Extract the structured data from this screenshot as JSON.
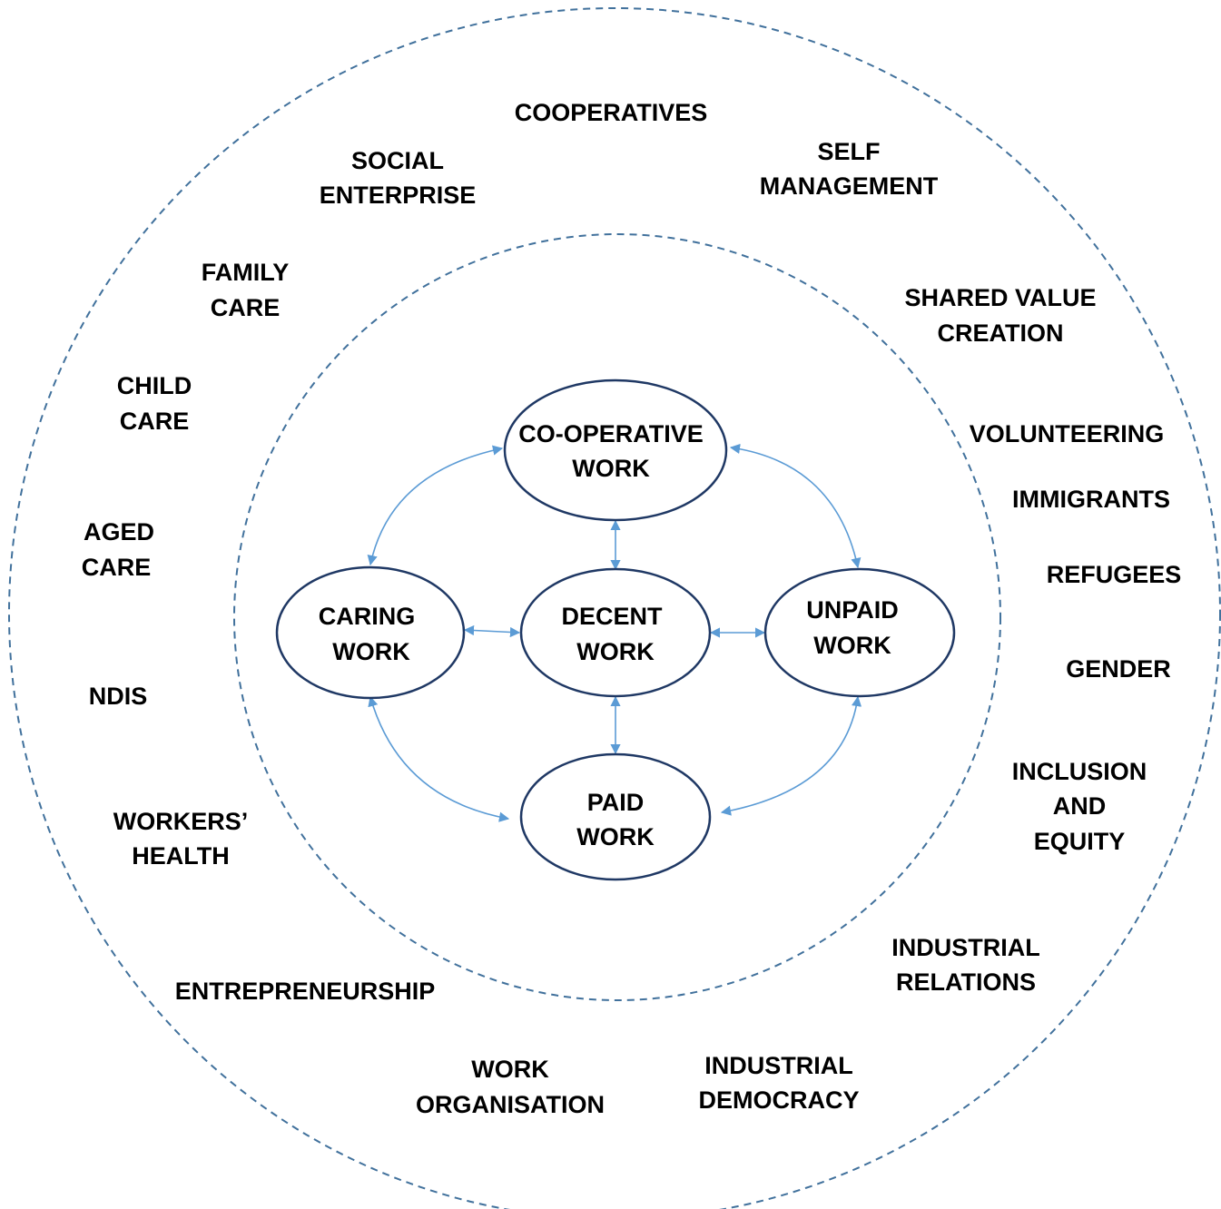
{
  "colors": {
    "ring_stroke": "#41719c",
    "node_stroke": "#1f3864",
    "arrow": "#5b9bd5",
    "text": "#000000"
  },
  "outer_labels": {
    "cooperatives": [
      "COOPERATIVES"
    ],
    "social_enterprise": [
      "SOCIAL",
      "ENTERPRISE"
    ],
    "self_management": [
      "SELF",
      "MANAGEMENT"
    ],
    "family_care": [
      "FAMILY",
      "CARE"
    ],
    "shared_value_creation": [
      "SHARED VALUE",
      "CREATION"
    ],
    "child_care": [
      "CHILD",
      "CARE"
    ],
    "volunteering": [
      "VOLUNTEERING"
    ],
    "immigrants": [
      "IMMIGRANTS"
    ],
    "aged_care": [
      "AGED",
      "CARE"
    ],
    "refugees": [
      "REFUGEES"
    ],
    "gender": [
      "GENDER"
    ],
    "ndis": [
      "NDIS"
    ],
    "inclusion_and_equity": [
      "INCLUSION",
      "AND",
      "EQUITY"
    ],
    "workers_health": [
      "WORKERS’",
      "HEALTH"
    ],
    "industrial_relations": [
      "INDUSTRIAL",
      "RELATIONS"
    ],
    "entrepreneurship": [
      "ENTREPRENEURSHIP"
    ],
    "work_organisation": [
      "WORK",
      "ORGANISATION"
    ],
    "industrial_democracy": [
      "INDUSTRIAL",
      "DEMOCRACY"
    ]
  },
  "nodes": {
    "cooperative_work": [
      "CO-OPERATIVE",
      "WORK"
    ],
    "caring_work": [
      "CARING",
      "WORK"
    ],
    "decent_work": [
      "DECENT",
      "WORK"
    ],
    "unpaid_work": [
      "UNPAID",
      "WORK"
    ],
    "paid_work": [
      "PAID",
      "WORK"
    ]
  }
}
